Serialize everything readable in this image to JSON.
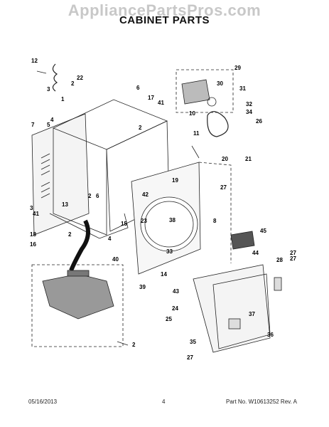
{
  "watermark": "AppliancePartsPros.com",
  "title": "CABINET PARTS",
  "footer": {
    "date": "05/16/2013",
    "page_number": "4",
    "part_no": "Part No. W10613252 Rev. A"
  },
  "callouts": [
    "12",
    "3",
    "22",
    "2",
    "1",
    "6",
    "17",
    "29",
    "30",
    "41",
    "31",
    "32",
    "34",
    "26",
    "10",
    "11",
    "4",
    "5",
    "7",
    "2",
    "41",
    "20",
    "21",
    "19",
    "27",
    "42",
    "2",
    "6",
    "13",
    "3",
    "23",
    "38",
    "8",
    "18",
    "15",
    "16",
    "2",
    "45",
    "27",
    "4",
    "33",
    "40",
    "44",
    "28",
    "27",
    "14",
    "39",
    "2",
    "43",
    "24",
    "37",
    "25",
    "36",
    "35",
    "27"
  ]
}
